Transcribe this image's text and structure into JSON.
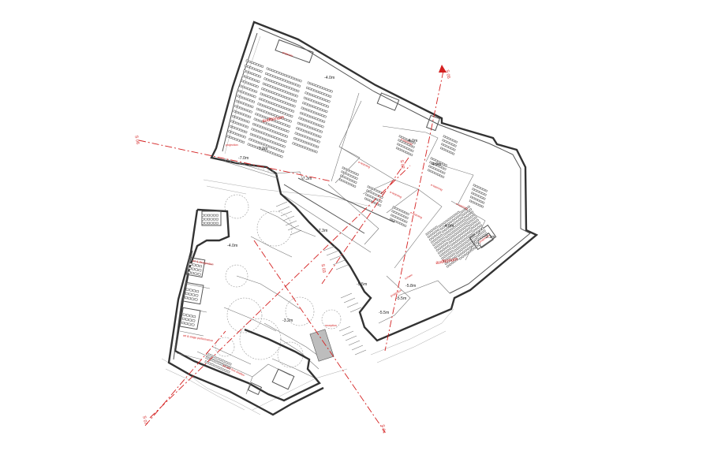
{
  "labels": {
    "auditorium_1": "auditorium",
    "auditorium_2": "auditorium",
    "projector_top": "projector",
    "projection_1": "projection",
    "projection_2": "projection",
    "elearning_1": "e-learning",
    "elearning_2": "e-learning",
    "elearning_3": "e-learning",
    "elearning_4": "e-learning",
    "elearning_5": "e-learning",
    "elearning_6": "e-learning",
    "screen": "screen",
    "projection_room": "projection",
    "art_1": "art & designation",
    "art_2": "art & stage performance",
    "art_3": "art adv fine studies",
    "reception": "reception"
  },
  "levels": {
    "l1": "-4.0m",
    "l2": "-7.3m",
    "l3": "-7.0m",
    "l4": "-7.3m",
    "l5": "-4.0m",
    "l6": "-4.0m",
    "l7": "-3.1m",
    "l8": "-4.0m",
    "l9": "-7.3m",
    "l10": "-5.5m",
    "l11": "-5.8m",
    "l12": "-5.5m",
    "l13": "-5.5m",
    "l14": "-3.2m",
    "l15": "-4.0m"
  },
  "axes": {
    "a1": "S 05",
    "a2": "S 06",
    "a3": "S 07",
    "a4": "S 02",
    "a5": "S 04",
    "a6": "S 03"
  },
  "colors": {
    "accent": "#d42020",
    "wall": "#333333"
  }
}
